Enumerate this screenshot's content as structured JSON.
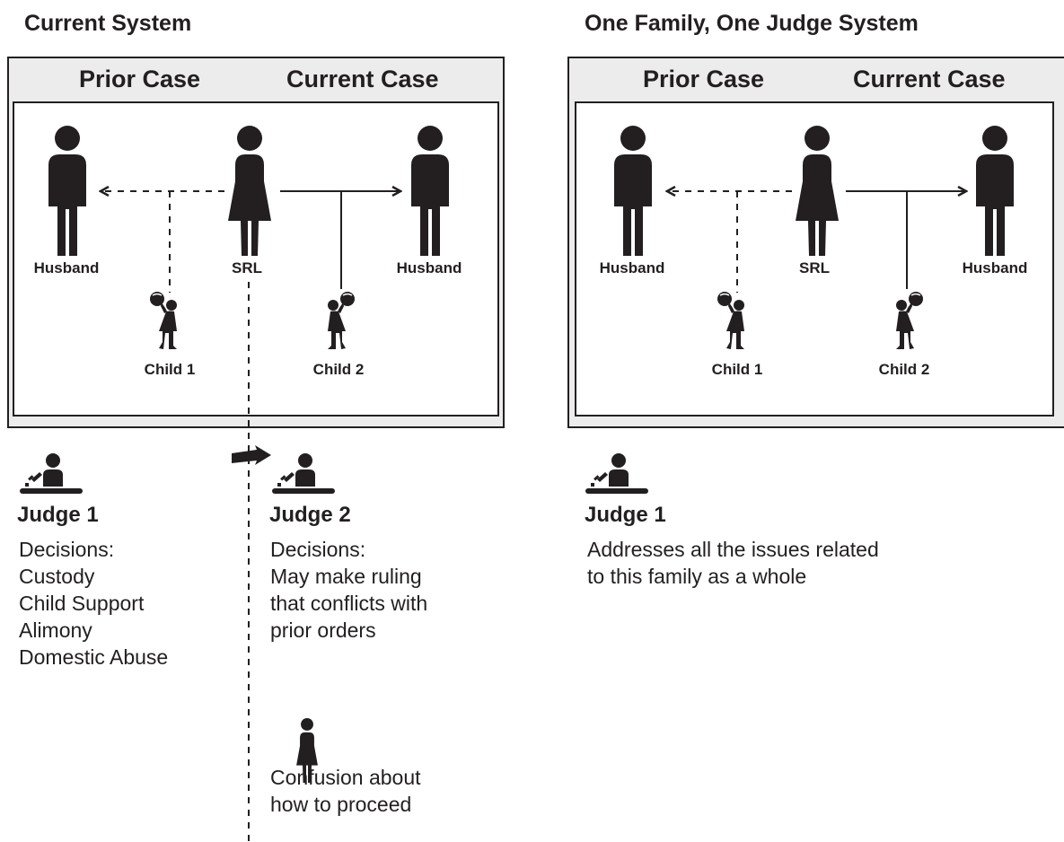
{
  "left": {
    "title": "Current System",
    "prior_case": "Prior Case",
    "current_case": "Current Case",
    "people": {
      "husband_prior": "Husband",
      "srl": "SRL",
      "husband_current": "Husband",
      "child1": "Child 1",
      "child2": "Child 2"
    },
    "judge1": {
      "label": "Judge 1",
      "lines": [
        "Decisions:",
        "Custody",
        "Child Support",
        "Alimony",
        "Domestic Abuse"
      ]
    },
    "judge2": {
      "label": "Judge 2",
      "lines": [
        "Decisions:",
        "May make ruling",
        "that conflicts with",
        "prior orders"
      ]
    },
    "srl_outcome": {
      "lines": [
        "Confusion about",
        "how to proceed"
      ]
    }
  },
  "right": {
    "title": "One Family, One Judge System",
    "prior_case": "Prior Case",
    "current_case": "Current Case",
    "people": {
      "husband_prior": "Husband",
      "srl": "SRL",
      "husband_current": "Husband",
      "child1": "Child 1",
      "child2": "Child 2"
    },
    "judge1": {
      "label": "Judge 1",
      "lines": [
        "Addresses all the issues related",
        "to this family as a whole"
      ]
    }
  },
  "colors": {
    "ink": "#231f20",
    "frame_fill": "#ececec",
    "panel_fill": "#ffffff"
  },
  "icons": [
    "man-icon",
    "woman-icon",
    "child-with-ball-icon",
    "judge-at-bench-icon",
    "arrow-icon"
  ]
}
